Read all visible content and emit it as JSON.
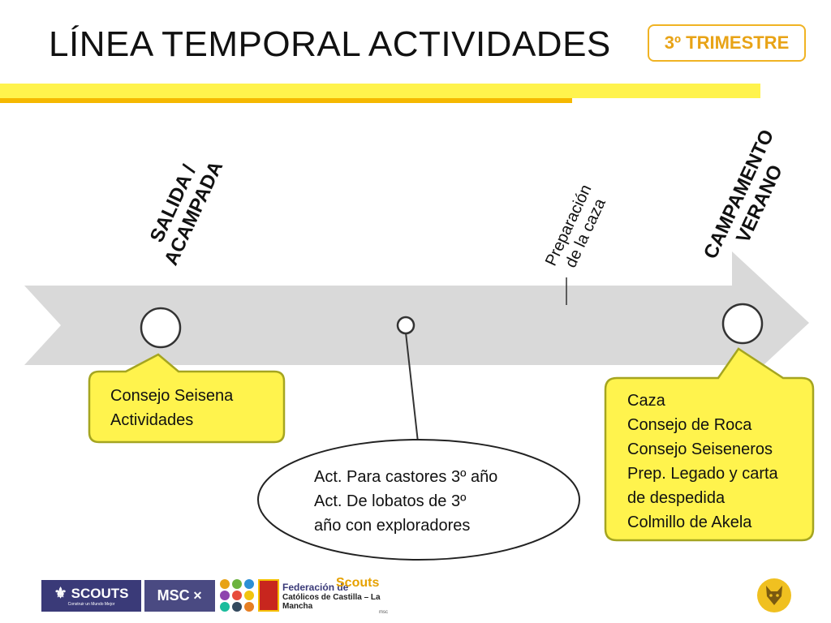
{
  "header": {
    "title": "LÍNEA TEMPORAL ACTIVIDADES",
    "badge": "3º TRIMESTRE"
  },
  "timeline": {
    "labels": {
      "salida": "SALIDA /\nACAMPADA",
      "preparacion": "Preparación\nde la caza",
      "campamento": "CAMPAMENTO\nVERANO"
    },
    "callouts": {
      "consejo": [
        "Consejo Seisena",
        "Actividades"
      ],
      "actividades": [
        "Act. Para castores 3º año",
        "Act. De lobatos de 3º",
        "año con exploradores"
      ],
      "caza": [
        "Caza",
        "Consejo de Roca",
        "Consejo Seiseneros",
        "Prep. Legado y carta",
        "de despedida",
        "Colmillo de Akela"
      ]
    }
  },
  "footer": {
    "logos": {
      "scouts": "SCOUTS",
      "scouts_tagline": "Construir un Mundo Mejor",
      "msc": "MSC",
      "federacion_line1": "Federación de",
      "federacion_scouts": "Scouts",
      "federacion_line2": "Católicos de Castilla – La Mancha",
      "federacion_msc": "msc"
    },
    "icons": [
      "fleur-de-lis-icon",
      "dots-grid-icon",
      "wolf-icon"
    ]
  },
  "colors": {
    "arrow": "#d9d9d9",
    "bubble_fill": "#fff34d",
    "bubble_border": "#a5a520",
    "badge": "#f0b323",
    "header_bar": "#fff34d",
    "header_bar_accent": "#f5b800"
  }
}
